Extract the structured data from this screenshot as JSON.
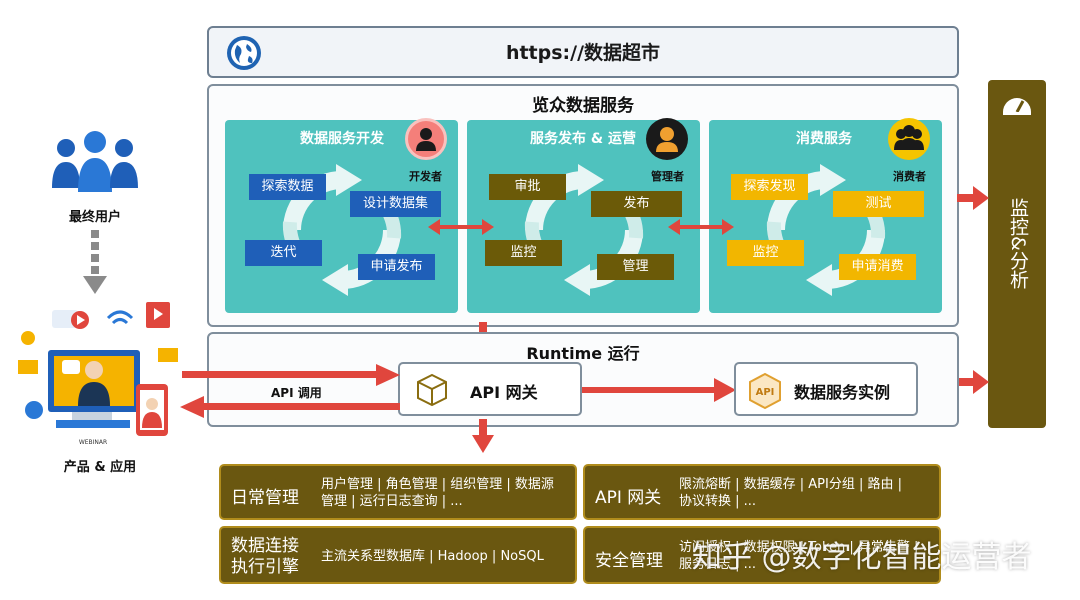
{
  "url_bar": {
    "text": "https://数据超市",
    "icon": "globe-icon"
  },
  "service": {
    "title": "览众数据服务",
    "panels": [
      {
        "title": "数据服务开发",
        "role": "开发者",
        "role_icon": "developer-icon",
        "color": "#4fc2be",
        "chips": [
          "探索数据",
          "设计数据集",
          "迭代",
          "申请发布"
        ],
        "chip_color": "#1f5fb8"
      },
      {
        "title": "服务发布 & 运营",
        "role": "管理者",
        "role_icon": "manager-icon",
        "color": "#4fc2be",
        "chips": [
          "审批",
          "发布",
          "监控",
          "管理"
        ],
        "chip_color": "#6b5a08"
      },
      {
        "title": "消费服务",
        "role": "消费者",
        "role_icon": "consumers-icon",
        "color": "#4fc2be",
        "chips": [
          "探索发现",
          "测试",
          "监控",
          "申请消费"
        ],
        "chip_color": "#f2b600"
      }
    ]
  },
  "monitor": {
    "label": "监控&分析",
    "icon": "gauge-icon"
  },
  "runtime": {
    "title": "Runtime 运行",
    "gateway": "API 网关",
    "instance": "数据服务实例",
    "api_call": "API 调用"
  },
  "users": {
    "label": "最终用户"
  },
  "products": {
    "label": "产品 & 应用",
    "screen_text": "WEBINAR"
  },
  "bottom": [
    {
      "title": "日常管理",
      "desc": "用户管理 | 角色管理 | 组织管理 | 数据源管理 | 运行日志查询 | ..."
    },
    {
      "title": "API 网关",
      "desc": "限流熔断 | 数据缓存 | API分组 | 路由 | 协议转换 | ..."
    },
    {
      "title": "数据连接执行引擎",
      "desc": "主流关系型数据库 | Hadoop | NoSQL"
    },
    {
      "title": "安全管理",
      "desc": "访问授权 | 数据权限 | Token | 异常告警 | 服务日志 | ..."
    }
  ],
  "watermark": "知乎 @数字化智能运营者",
  "colors": {
    "arrow": "#e0463d",
    "teal": "#4fc2be",
    "brown": "#6a5710",
    "blue": "#1f5fb8",
    "gold": "#f2b600"
  }
}
